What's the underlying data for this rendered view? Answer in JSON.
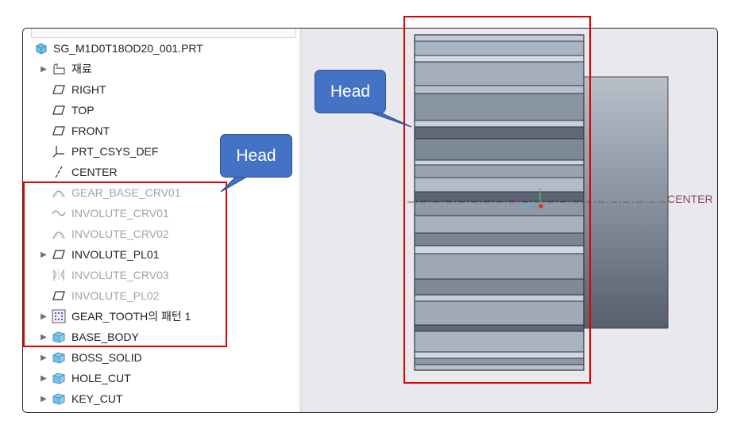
{
  "tree": {
    "root_label": "SG_M1D0T18OD20_001.PRT",
    "items": [
      {
        "label": "재료",
        "icon": "material-icon",
        "expand": true,
        "dim": false
      },
      {
        "label": "RIGHT",
        "icon": "datum-plane-icon",
        "expand": false,
        "dim": false
      },
      {
        "label": "TOP",
        "icon": "datum-plane-icon",
        "expand": false,
        "dim": false
      },
      {
        "label": "FRONT",
        "icon": "datum-plane-icon",
        "expand": false,
        "dim": false
      },
      {
        "label": "PRT_CSYS_DEF",
        "icon": "coordinate-system-icon",
        "expand": false,
        "dim": false
      },
      {
        "label": "CENTER",
        "icon": "datum-axis-icon",
        "expand": false,
        "dim": false
      },
      {
        "label": "GEAR_BASE_CRV01",
        "icon": "curve-icon",
        "expand": false,
        "dim": true
      },
      {
        "label": "INVOLUTE_CRV01",
        "icon": "sketch-curve-icon",
        "expand": false,
        "dim": true
      },
      {
        "label": "INVOLUTE_CRV02",
        "icon": "curve-icon",
        "expand": false,
        "dim": true
      },
      {
        "label": "INVOLUTE_PL01",
        "icon": "datum-plane-icon",
        "expand": true,
        "dim": false
      },
      {
        "label": "INVOLUTE_CRV03",
        "icon": "mirror-curve-icon",
        "expand": false,
        "dim": true
      },
      {
        "label": "INVOLUTE_PL02",
        "icon": "datum-plane-icon",
        "expand": false,
        "dim": true
      },
      {
        "label": "GEAR_TOOTH의 패턴 1",
        "icon": "pattern-icon",
        "expand": true,
        "dim": false
      },
      {
        "label": "BASE_BODY",
        "icon": "solid-feature-icon",
        "expand": true,
        "dim": false
      },
      {
        "label": "BOSS_SOLID",
        "icon": "solid-feature-icon",
        "expand": true,
        "dim": false
      },
      {
        "label": "HOLE_CUT",
        "icon": "solid-feature-icon",
        "expand": true,
        "dim": false
      },
      {
        "label": "KEY_CUT",
        "icon": "solid-feature-icon",
        "expand": true,
        "dim": false
      }
    ]
  },
  "viewport": {
    "axis_label": "CENTER"
  },
  "annotations": {
    "callout_left": "Head",
    "callout_right": "Head",
    "highlight_color": "#e00000",
    "callout_color": "#4472c4"
  }
}
